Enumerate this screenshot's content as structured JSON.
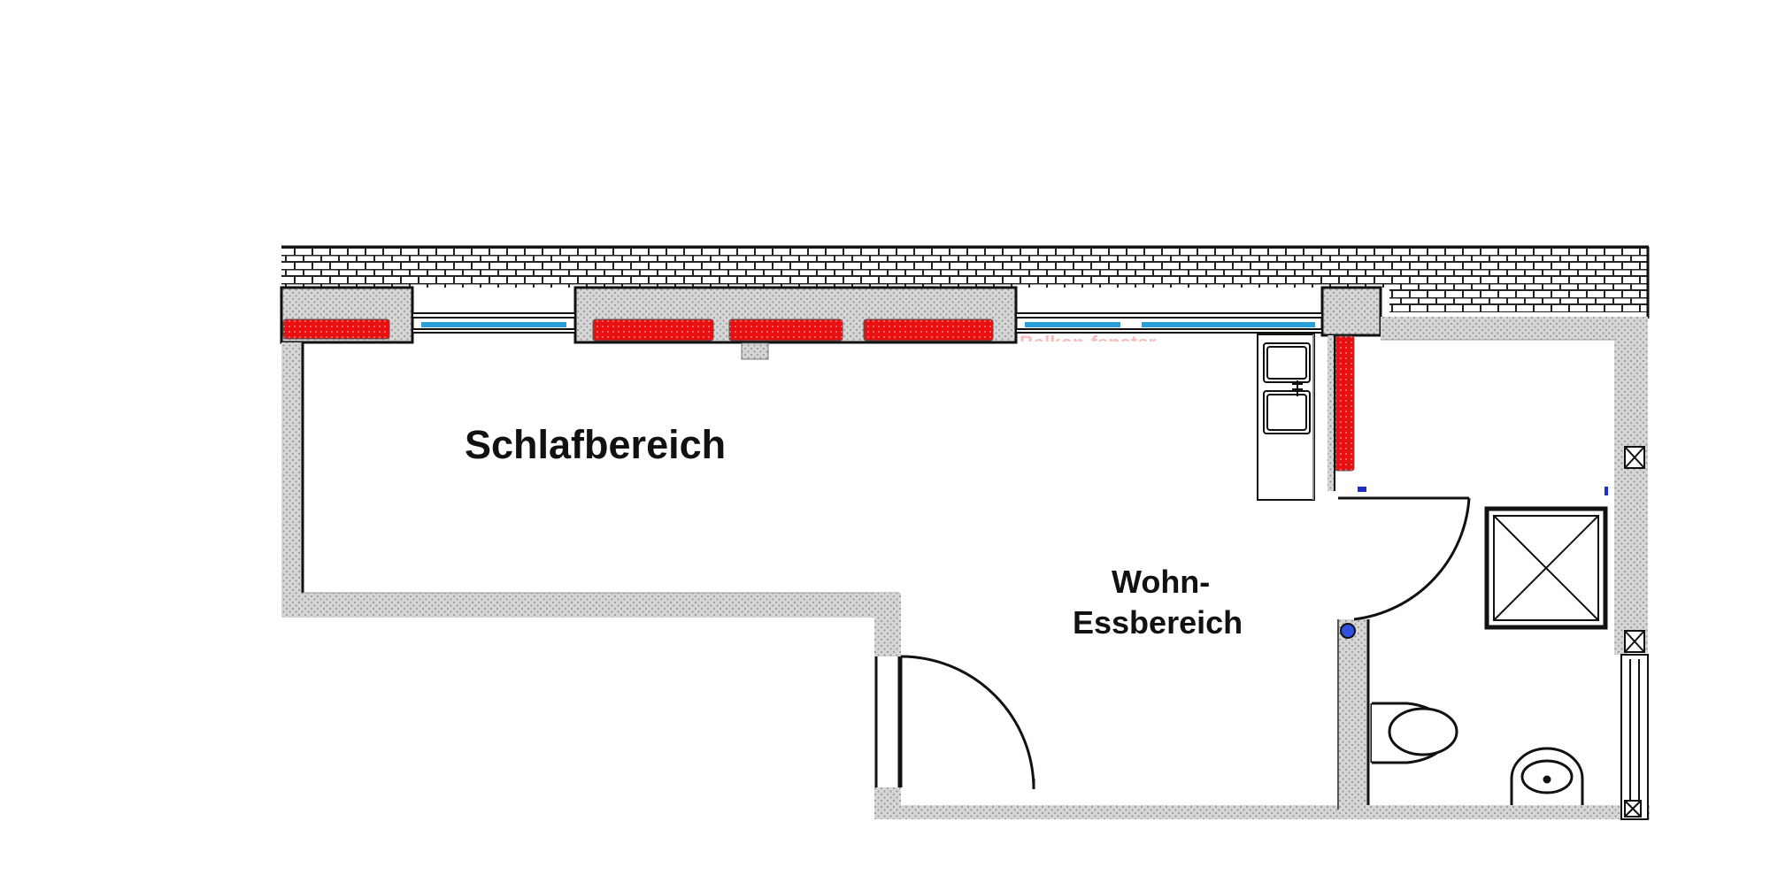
{
  "floorplan": {
    "rooms": {
      "sleeping": {
        "label": "Schlafbereich"
      },
      "living": {
        "label_line1": "Wohn-",
        "label_line2": "Essbereich"
      }
    },
    "faded_text": "Balkon-fenster"
  },
  "colors": {
    "wall_fill": "#d2d2d2",
    "wall_edge": "#9a9a9a",
    "radiator": "#e81010",
    "glass": "#2aa0d8",
    "line": "#111111",
    "fixture_dot": "#3050e0",
    "faded_text": "#f08a8a"
  },
  "icons": [
    "brick-hatch",
    "radiator",
    "window-glass",
    "door-swing",
    "kitchen-sink",
    "shower-tray",
    "toilet",
    "washbasin",
    "vent-marker"
  ]
}
